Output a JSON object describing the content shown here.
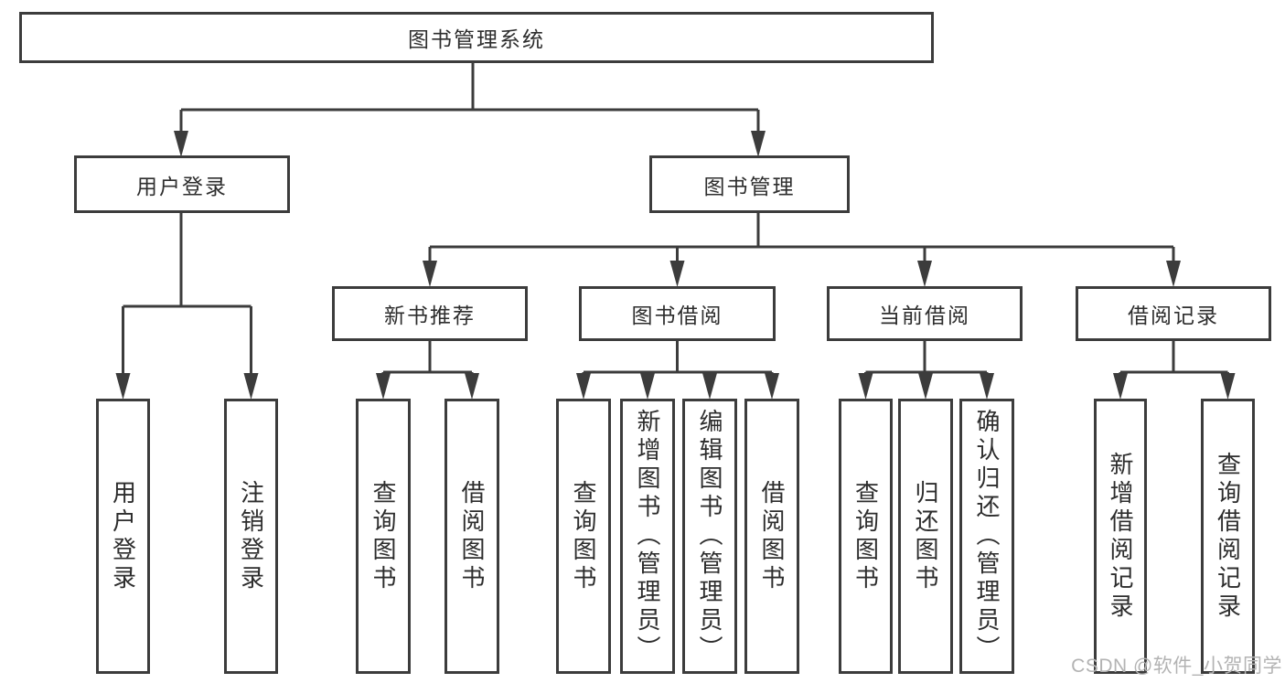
{
  "colors": {
    "line": "#3c3c3c",
    "box-border": "#3c3c3c",
    "text": "#2d2d2d",
    "watermark": "#b3b3b3",
    "background": "#ffffff"
  },
  "tree": {
    "root": "图书管理系统",
    "branches": [
      {
        "label": "用户登录",
        "children": [
          "用户登录",
          "注销登录"
        ]
      },
      {
        "label": "图书管理",
        "sections": [
          {
            "label": "新书推荐",
            "children": [
              "查询图书",
              "借阅图书"
            ]
          },
          {
            "label": "图书借阅",
            "children": [
              "查询图书",
              "新增图书（管理员）",
              "编辑图书（管理员）",
              "借阅图书"
            ]
          },
          {
            "label": "当前借阅",
            "children": [
              "查询图书",
              "归还图书",
              "确认归还（管理员）"
            ]
          },
          {
            "label": "借阅记录",
            "children": [
              "新增借阅记录",
              "查询借阅记录"
            ]
          }
        ]
      }
    ]
  },
  "watermark": {
    "text": "CSDN @软件_小贺同学"
  }
}
